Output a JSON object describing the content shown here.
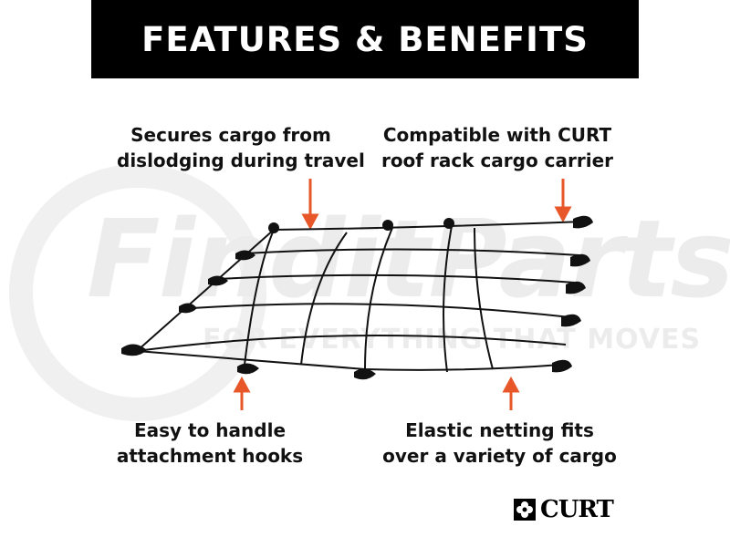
{
  "banner": {
    "title": "FEATURES & BENEFITS"
  },
  "watermark": {
    "main": "FinditParts",
    "tagline": "FOR EVERYTHING THAT MOVES"
  },
  "callouts": [
    {
      "line1": "Secures cargo from",
      "line2": "dislodging during travel"
    },
    {
      "line1": "Compatible with CURT",
      "line2": "roof rack cargo carrier"
    },
    {
      "line1": "Easy to handle",
      "line2": "attachment hooks"
    },
    {
      "line1": "Elastic netting fits",
      "line2": "over a variety of cargo"
    }
  ],
  "logo": {
    "text": "CURT"
  },
  "colors": {
    "arrow": "#e8572a",
    "banner": "#000000"
  }
}
